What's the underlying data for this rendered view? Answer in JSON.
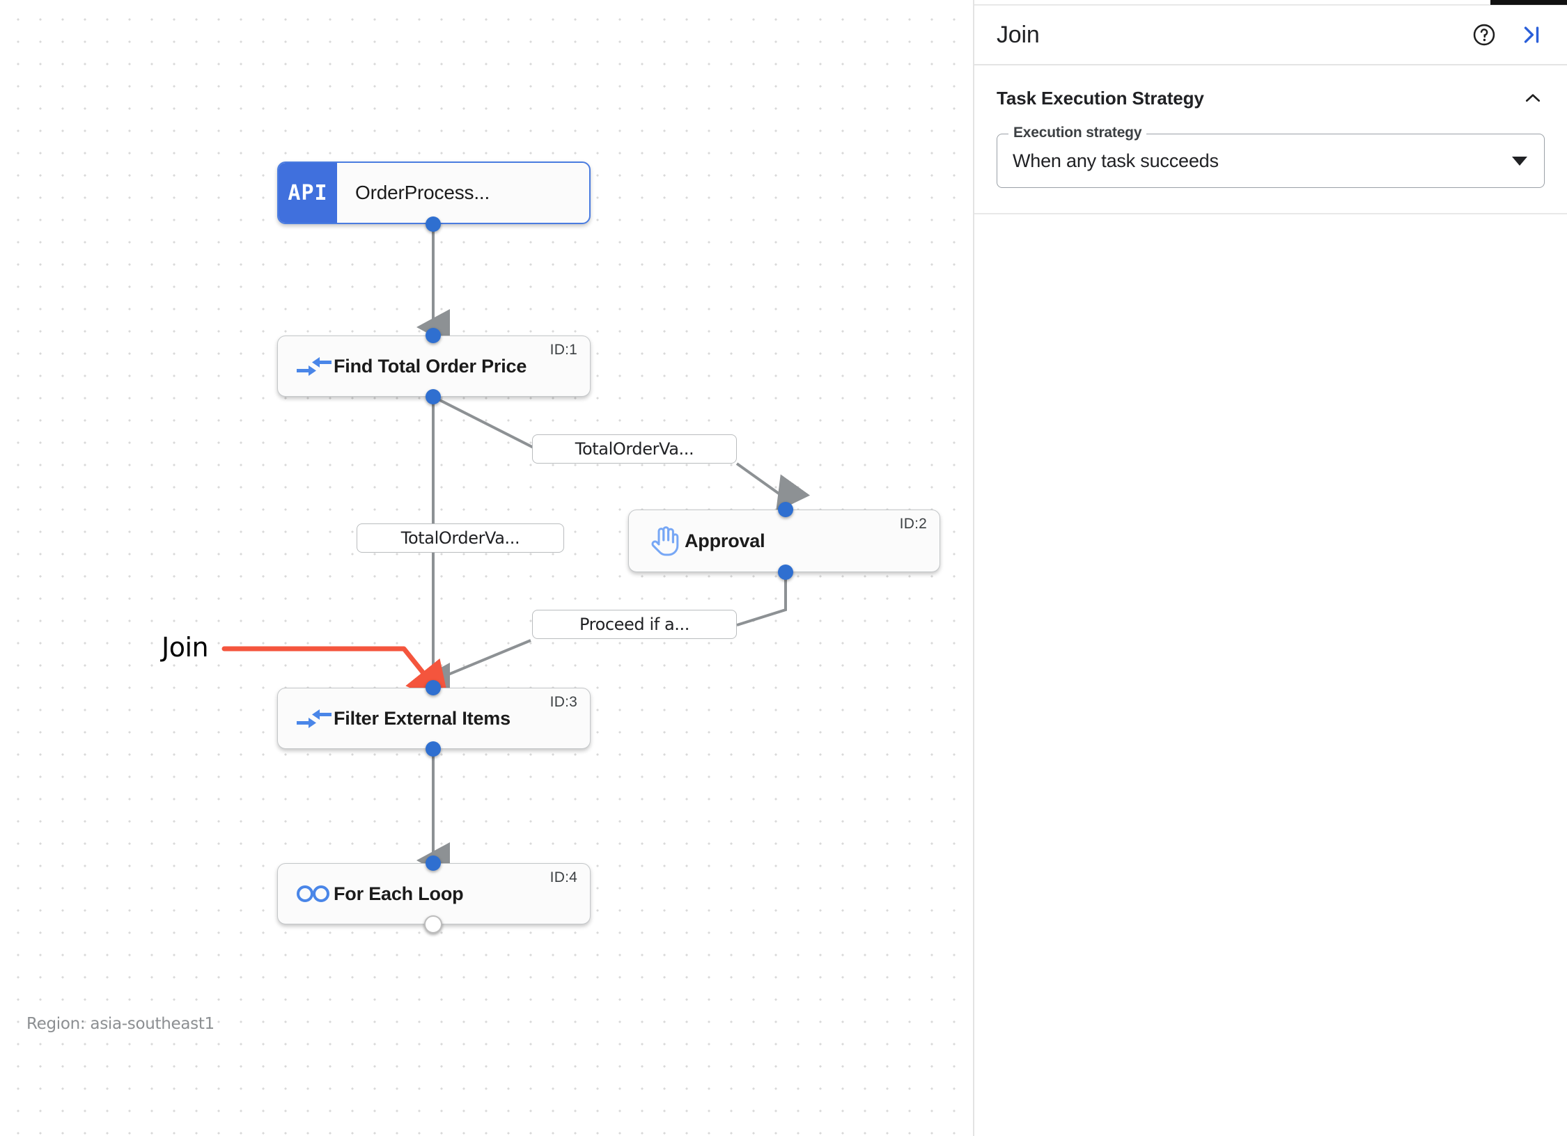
{
  "canvas": {
    "region_caption": "Region: asia-southeast1",
    "annotation": {
      "label": "Join",
      "color": "#f4553d"
    },
    "nodes": [
      {
        "id": "trigger",
        "kind": "api-trigger",
        "badge": "API",
        "label": "OrderProcess...",
        "id_label": ""
      },
      {
        "id": "task1",
        "kind": "filter",
        "badge": "",
        "label": "Find Total Order Price",
        "id_label": "ID:1"
      },
      {
        "id": "task2",
        "kind": "approval",
        "badge": "",
        "label": "Approval",
        "id_label": "ID:2"
      },
      {
        "id": "task3",
        "kind": "filter",
        "badge": "",
        "label": "Filter External Items",
        "id_label": "ID:3"
      },
      {
        "id": "task4",
        "kind": "loop",
        "badge": "",
        "label": "For Each Loop",
        "id_label": "ID:4"
      }
    ],
    "edge_labels": [
      {
        "id": "e1",
        "text": "TotalOrderVa..."
      },
      {
        "id": "e2",
        "text": "TotalOrderVa..."
      },
      {
        "id": "e3",
        "text": "Proceed if a..."
      }
    ]
  },
  "panel": {
    "title": "Join",
    "help_icon": "help-circle-icon",
    "collapse_icon": "collapse-right-icon",
    "section": {
      "title": "Task Execution Strategy",
      "chevron_icon": "chevron-up-icon",
      "field": {
        "legend": "Execution strategy",
        "value": "When any task succeeds",
        "caret_icon": "chevron-down-icon"
      }
    }
  }
}
